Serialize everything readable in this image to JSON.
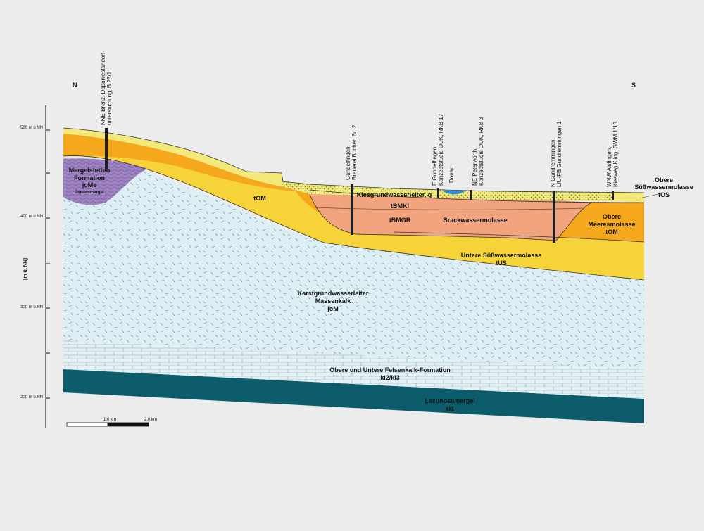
{
  "direction": {
    "north": "N",
    "south": "S"
  },
  "axis": {
    "label": "[m ü. NN]",
    "ticks": [
      "500 m ü NN",
      "400 m ü NN",
      "300 m ü NN",
      "200 m ü NN"
    ]
  },
  "scale": {
    "km1": "1,0 km",
    "km2": "2,0 km"
  },
  "units": {
    "jome": {
      "l1": "Mergelstetten",
      "l2": "Formation",
      "l3": "joMe",
      "l4": "Zementmergel"
    },
    "tom_left": "tOM",
    "kies": "Kiesgrundwasserleiter, q",
    "tbmki": "tBMKI",
    "tbmgr": "tBMGR",
    "brack": "Brackwassermolasse",
    "tom_right": {
      "l1": "Obere",
      "l2": "Meeresmolasse",
      "l3": "tOM"
    },
    "tus": {
      "l1": "Untere Süßwassermolasse",
      "l2": "tUS"
    },
    "tos": {
      "l1": "Obere",
      "l2": "Süßwassermolasse",
      "l3": "tOS"
    },
    "jom": {
      "l1": "Karstgrundwasserleiter",
      "l2": "Massenkalk",
      "l3": "joM"
    },
    "ki23": {
      "l1": "Obere und Untere Felsenkalk-Formation",
      "l2": "ki2/ki3"
    },
    "ki1": {
      "l1": "Lacunosamergel",
      "l2": "ki1"
    }
  },
  "river": "Donau",
  "boreholes": [
    {
      "l1": "NNE Brenz, Deponiestandort-",
      "l2": "untersuchung, B 23/1"
    },
    {
      "l1": "Gundelfingen,",
      "l2": "Brauerei Bucher, Br. 2"
    },
    {
      "l1": "E Gundelfingen,",
      "l2": "Konzeptstudie ODK, RKB 17"
    },
    {
      "l1": "NE Peterwörth,",
      "l2": "Konzeptstudie ODK, RKB 3"
    },
    {
      "l1": "N Gundremmingen,",
      "l2": "LfU-FB Gundremmingen 1"
    },
    {
      "l1": "WNW Aislingen,",
      "l2": "Kiesweg Kling, GWM 1/13"
    }
  ],
  "colors": {
    "background": "#ececec",
    "tos": "#f3e97a",
    "kies": "#eee87a",
    "tom": "#f5a81c",
    "tus": "#f6d338",
    "brack": "#f2a47e",
    "jome": "#9e82c2",
    "jom": "#ddeff4",
    "ki23": "#e4f2f6",
    "ki1": "#0c5c6b",
    "water": "#2f8fd8",
    "borehole": "#1e1e1e"
  }
}
